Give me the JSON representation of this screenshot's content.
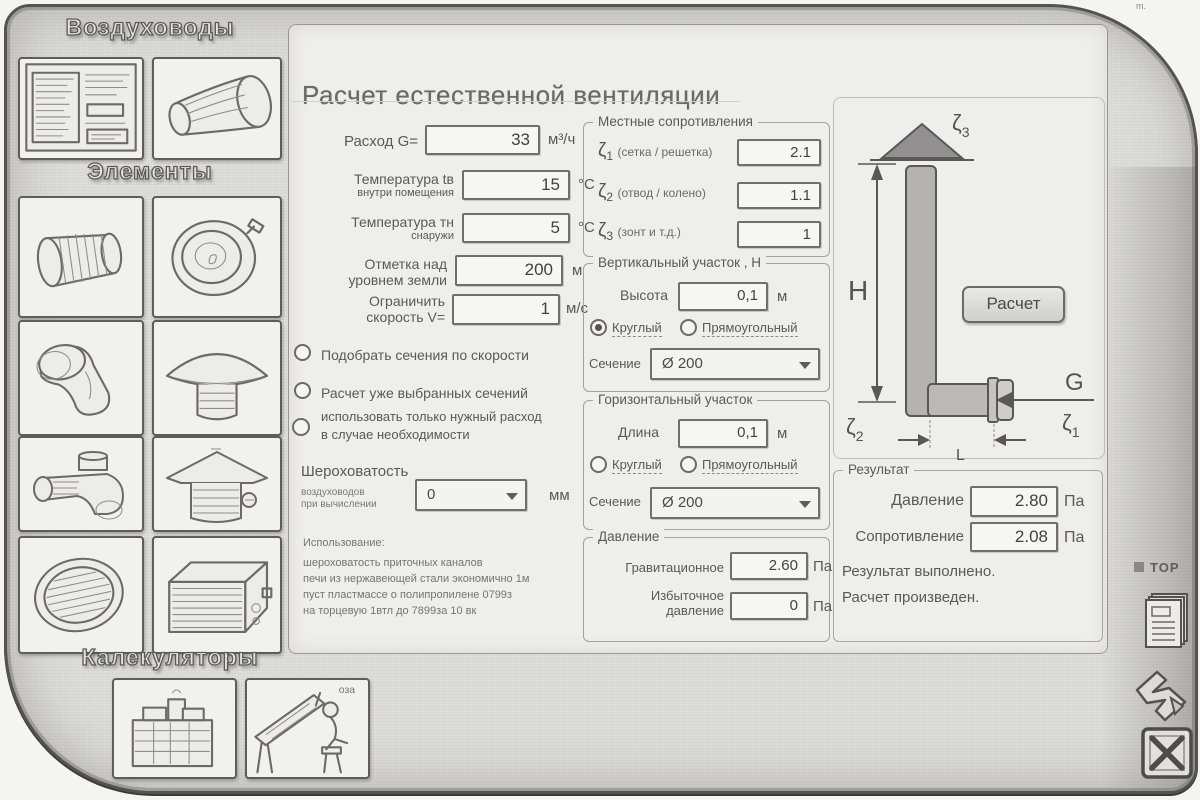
{
  "window": {
    "corner_mark": "m."
  },
  "sidebar": {
    "headers": {
      "ducts": "Воздуховоды",
      "elements": "Элементы",
      "calculators": "Калекуляторы"
    },
    "desk_note": "оза"
  },
  "main": {
    "title": "Расчет естественной вентиляции",
    "fields": {
      "flow": {
        "label": "Расход G=",
        "value": "33",
        "unit": "м³/ч"
      },
      "temp_in": {
        "label1": "Температура tв",
        "label2": "внутри помещения",
        "value": "15",
        "unit": "°C"
      },
      "temp_out": {
        "label1": "Температура тн",
        "label2": "снаружи",
        "value": "5",
        "unit": "°C"
      },
      "elevation": {
        "label1": "Отметка над",
        "label2": "уровнем земли",
        "value": "200",
        "unit": "м"
      },
      "speed": {
        "label1": "Ограничить",
        "label2": "скорость V=",
        "value": "1",
        "unit": "м/с"
      }
    },
    "options": [
      {
        "label1": "Подобрать сечения по скорости",
        "label2": ""
      },
      {
        "label1": "Расчет уже выбранных сечений",
        "label2": ""
      },
      {
        "label1": "использовать только нужный расход",
        "label2": "в случае необходимости"
      }
    ],
    "roughness": {
      "label1": "Шероховатость",
      "label2": "воздуховодов",
      "label3": "при вычислении",
      "value": "0",
      "unit": "мм"
    },
    "note": {
      "line1": "Использование:",
      "line2": "шероховатость приточных каналов",
      "line3": "печи из нержавеющей стали экономично 1м",
      "line4": "пуст пластмассе о полипропилене 0799з",
      "line5": "на торцевую 1втл до 7899за 10 вк"
    }
  },
  "resistances": {
    "title": "Местные сопротивления",
    "rows": [
      {
        "symbol": "ζ",
        "sub": "1",
        "desc": "(сетка / решетка)",
        "value": "2.1"
      },
      {
        "symbol": "ζ",
        "sub": "2",
        "desc": "(отвод / колено)",
        "value": "1.1"
      },
      {
        "symbol": "ζ",
        "sub": "3",
        "desc": "(зонт и т.д.)",
        "value": "1"
      }
    ]
  },
  "vertical": {
    "title": "Вертикальный участок , H",
    "height_label": "Высота",
    "height_value": "0,1",
    "height_unit": "м",
    "shapes": [
      {
        "label": "Круглый",
        "selected": true
      },
      {
        "label": "Прямоугольный",
        "selected": false
      }
    ],
    "section_label": "Сечение",
    "section_value": "Ø 200"
  },
  "horizontal": {
    "title": "Горизонтальный участок",
    "length_label": "Длина",
    "length_value": "0,1",
    "length_unit": "м",
    "shapes": [
      {
        "label": "Круглый",
        "selected": false
      },
      {
        "label": "Прямоугольный",
        "selected": false
      }
    ],
    "section_label": "Сечение",
    "section_value": "Ø 200"
  },
  "pressure": {
    "title": "Давление",
    "rows": [
      {
        "label1": "Гравитационное",
        "label2": "",
        "value": "2.60",
        "unit": "Па"
      },
      {
        "label1": "Избыточное",
        "label2": "давление",
        "value": "0",
        "unit": "Па"
      }
    ]
  },
  "diagram": {
    "h": "H",
    "g": "G",
    "l": "L",
    "zeta": "ζ",
    "z1": "1",
    "z2": "2",
    "z3": "3"
  },
  "calc": {
    "button": "Расчет"
  },
  "result": {
    "title": "Результат",
    "rows": [
      {
        "label": "Давление",
        "value": "2.80",
        "unit": "Па"
      },
      {
        "label": "Сопротивление",
        "value": "2.08",
        "unit": "Па"
      }
    ],
    "status1": "Результат выполнено.",
    "status2": "Расчет произведен."
  },
  "rail": {
    "top": "TOP"
  }
}
